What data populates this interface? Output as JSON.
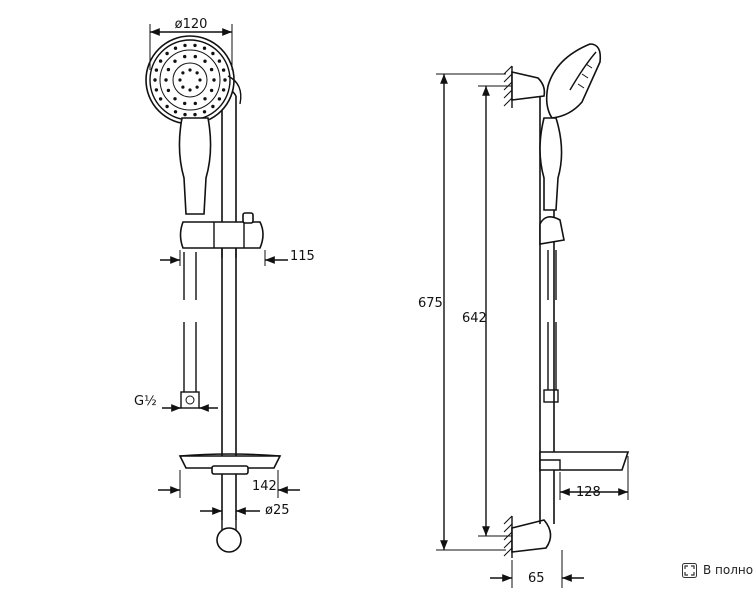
{
  "dimensions": {
    "head_diameter": "ø120",
    "slider_width": "115",
    "thread": "G½",
    "dish_depth": "142",
    "rail_diameter": "ø25",
    "overall_height": "675",
    "rail_height": "642",
    "dish_projection": "128",
    "wall_offset": "65"
  },
  "fullscreen_label": "В полно",
  "icons": {
    "fullscreen": "fullscreen-icon"
  }
}
